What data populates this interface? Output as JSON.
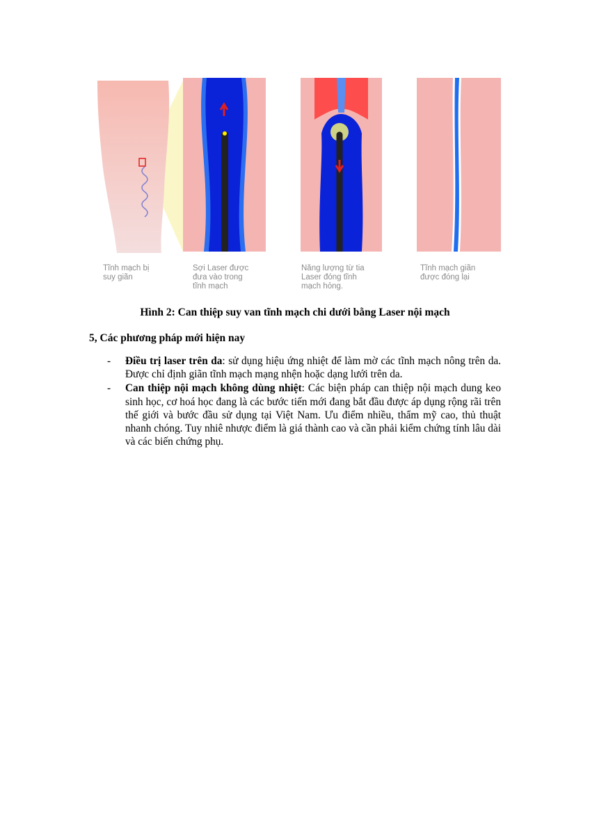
{
  "figure": {
    "labels": [
      "Tĩnh mạch bị\nsuy giãn",
      "Sợi Laser được\nđưa vào trong\ntĩnh mạch",
      "Năng lượng từ tia\nLaser đóng tĩnh\nmạch hỏng.",
      "Tĩnh mạch giãn\nđược đóng lại"
    ],
    "caption": "Hình 2: Can thiệp suy van tĩnh mạch chi dưới bằng Laser nội mạch"
  },
  "section": {
    "title": "5, Các phương pháp mới hiện nay",
    "items": [
      {
        "term": "Điều trị laser trên da",
        "text": ": sử dụng hiệu ứng nhiệt để làm mờ các tĩnh mạch nông trên da. Được chỉ định giãn tĩnh mạch mạng nhện hoặc dạng lưới trên da."
      },
      {
        "term": "Can thiệp nội mạch không dùng nhiệt",
        "text": ": Các biện pháp can thiệp nội mạch dung keo sinh học, cơ hoá học đang là các bước tiến mới đang bắt đầu được áp dụng rộng rãi trên thế giới và bước đầu sử dụng tại Việt Nam. Ưu điểm nhiều, thẩm mỹ cao, thủ thuật nhanh chóng. Tuy nhiê nhược điểm là giá thành cao và cần phải kiểm chứng tính lâu dài và các biến chứng phụ."
      }
    ]
  }
}
